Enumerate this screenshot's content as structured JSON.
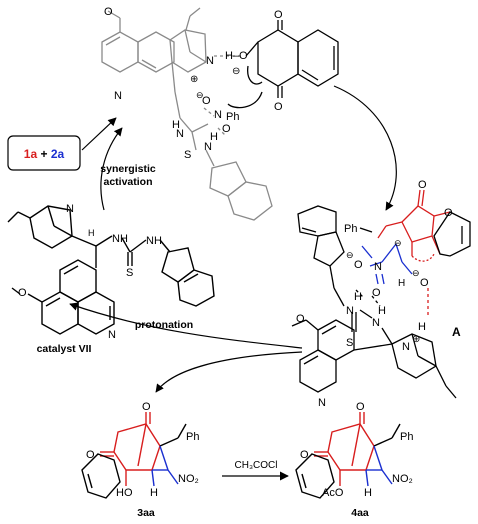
{
  "diagram": {
    "reactants_box": {
      "first": "1a",
      "plus": " + ",
      "second": "2a"
    },
    "step_synergistic": [
      "synergistic",
      "activation"
    ],
    "step_protonation": "protonation",
    "catalyst_label": "catalyst VII",
    "intermediate_label": "A",
    "reagent_label": "CH₃COCl",
    "product1_label": "3aa",
    "product2_label": "4aa",
    "atoms": {
      "N": "N",
      "H": "H",
      "S": "S",
      "O": "O",
      "NH": "NH",
      "H_O": "H–O",
      "NO2": "NO₂",
      "Ph": "Ph",
      "OH": "OH",
      "HO": "HO",
      "AcO": "AcO",
      "minus": "⊖",
      "plus": "⊕",
      "MeO": "O"
    },
    "colors": {
      "red": "#d81e1e",
      "blue": "#1a2fd0",
      "gray": "#777777",
      "black": "#000000"
    }
  }
}
